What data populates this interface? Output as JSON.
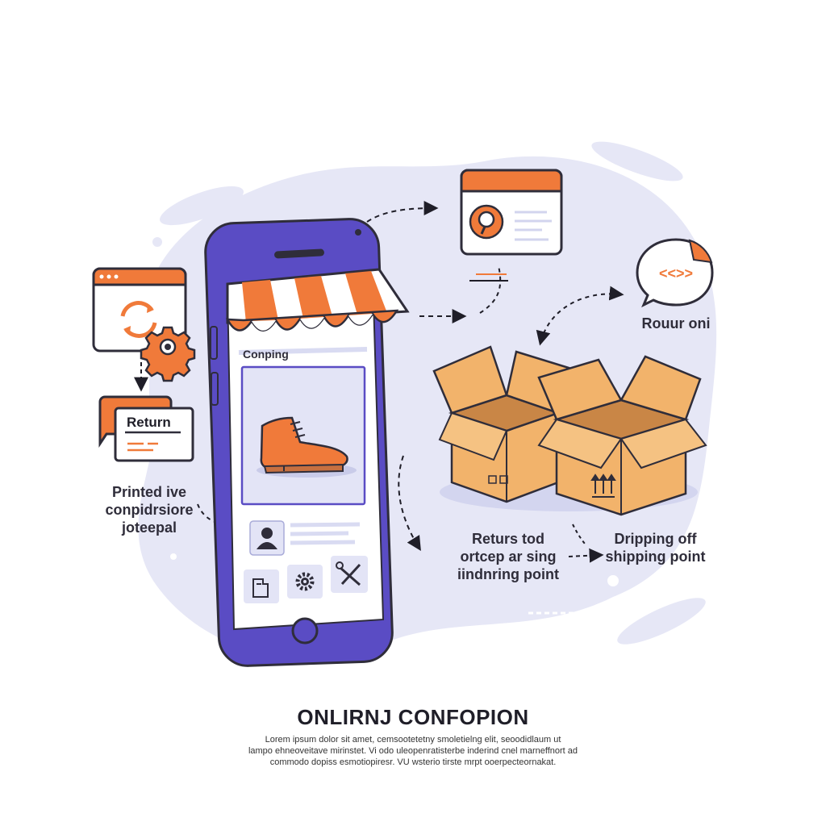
{
  "colors": {
    "primary": "#5a4cc4",
    "accent": "#f07a3a",
    "box": "#f2b36b",
    "blob": "#e6e7f6",
    "ink": "#2f2d3a"
  },
  "phone": {
    "header_label": "Conping"
  },
  "return_card": {
    "title": "Return"
  },
  "labels": {
    "printed": "Printed ive\nconpidrsiore\njoteepal",
    "rouur": "Rouur oni",
    "returns": "Returs tod\nortcep ar sing\niindnring point",
    "dripping": "Dripping off\nshipping point"
  },
  "chat_bubble": {
    "code": "<<>>"
  },
  "icons": [
    "browser-sync-icon",
    "gear-icon",
    "search-window-icon",
    "chat-bubble-icon",
    "shoe-icon",
    "user-icon",
    "package-icon",
    "settings-icon",
    "tools-icon",
    "open-box-icon",
    "storefront-awning-icon",
    "arrow-icon"
  ],
  "footer": {
    "title": "ONLIRNJ CONFOPION",
    "lines": [
      "Lorem ipsum dolor sit amet, cemsootetetny smoletielng elit, seoodidlaum ut",
      "lampo ehneoveitave mirinstet. Vi odo uleopenratisterbe inderind cnel marneffnort ad",
      "commodo dopiss esmotiopiresr. VU wsterio tirste mrpt ooerpecteornakat."
    ]
  }
}
